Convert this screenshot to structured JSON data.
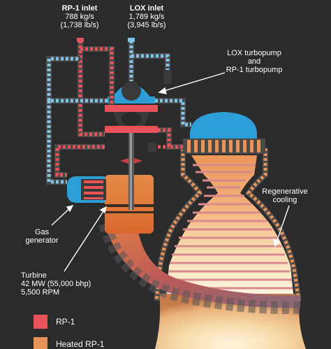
{
  "labels": {
    "rp1_inlet": {
      "title": "RP-1 inlet",
      "line1": "788 kg/s",
      "line2": "(1,738 lb/s)"
    },
    "lox_inlet": {
      "title": "LOX inlet",
      "line1": "1,789 kg/s",
      "line2": "(3,945 lb/s)"
    },
    "turbopump": {
      "line1": "LOX turbopump",
      "line2": "and",
      "line3": "RP-1 turbopump"
    },
    "regenerative": {
      "line1": "Regenerative",
      "line2": "cooling"
    },
    "gas_generator": {
      "line1": "Gas",
      "line2": "generator"
    },
    "turbine": {
      "line1": "Turbine",
      "line2": "42 MW (55,000 bhp)",
      "line3": "5,500 RPM"
    }
  },
  "legend": [
    {
      "label": "RP-1",
      "color": "#e8535a"
    },
    {
      "label": "Heated RP-1",
      "color": "#e6935a"
    }
  ],
  "colors": {
    "background": "#2b2b2b",
    "rp1": "#e8535a",
    "lox": "#7fc3e6",
    "lox_dark": "#2e9ed6",
    "heated_rp1": "#e6935a",
    "pipe_dark": "#4a4a4a"
  }
}
